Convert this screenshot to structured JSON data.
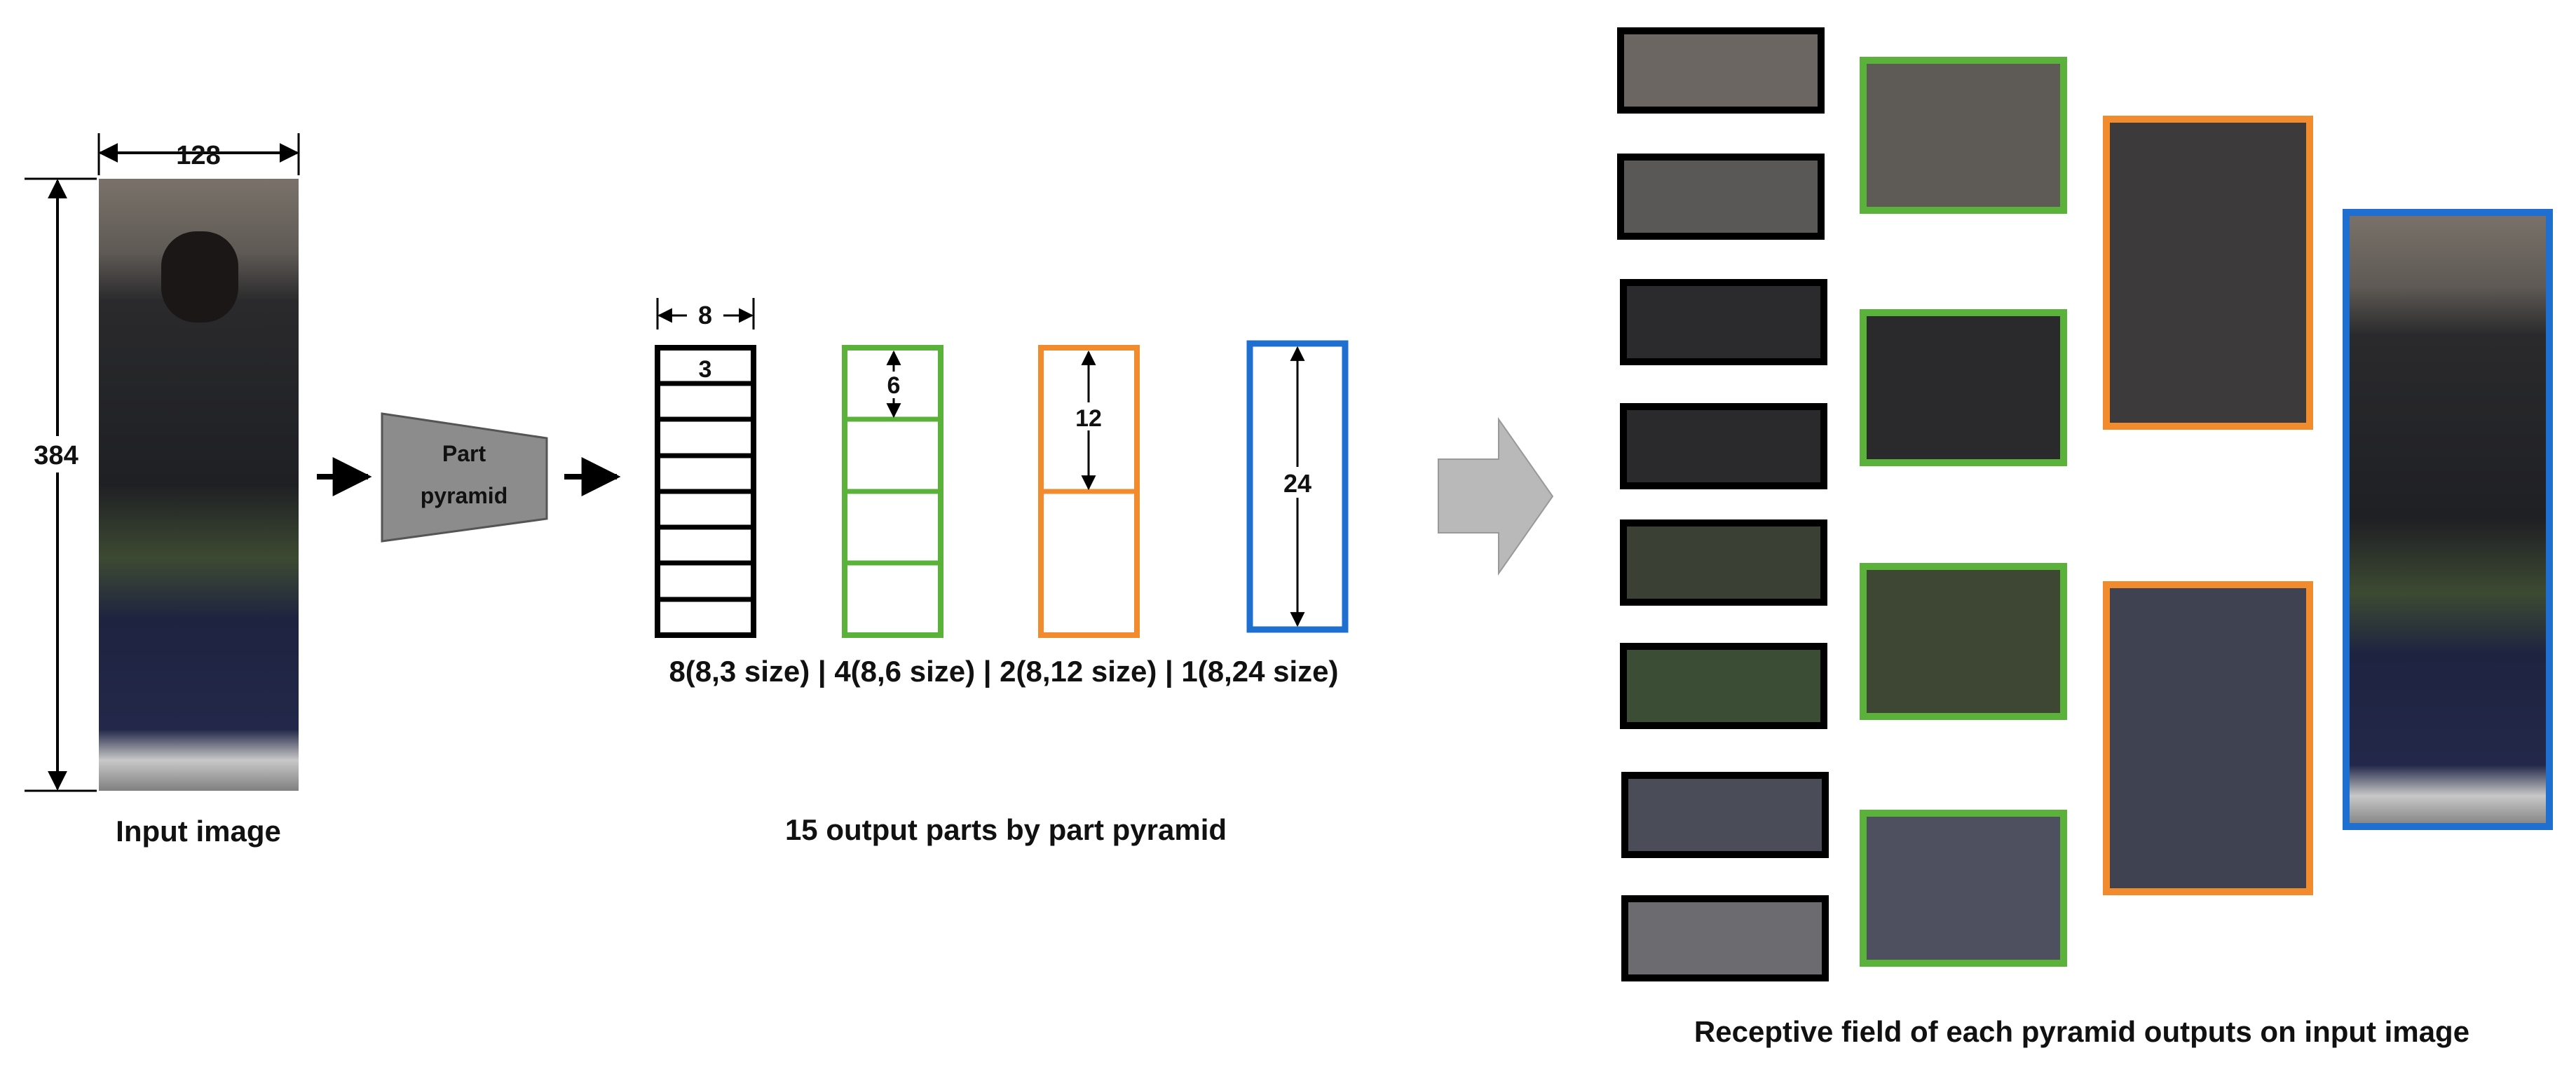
{
  "input": {
    "width_label": "128",
    "height_label": "384",
    "caption": "Input image"
  },
  "pyramid": {
    "line1": "Part",
    "line2": "pyramid"
  },
  "levels": [
    {
      "width_label": "8",
      "height_label": "3",
      "color": "#000000"
    },
    {
      "height_label": "6",
      "color": "#5bb23a"
    },
    {
      "height_label": "12",
      "color": "#f28a2e"
    },
    {
      "height_label": "24",
      "color": "#1f6fd1"
    }
  ],
  "levels_caption": "8(8,3 size) | 4(8,6 size) | 2(8,12 size) | 1(8,24 size)",
  "outputs_caption": "15 output parts by part pyramid",
  "receptive_caption": "Receptive field of each pyramid outputs on input image"
}
